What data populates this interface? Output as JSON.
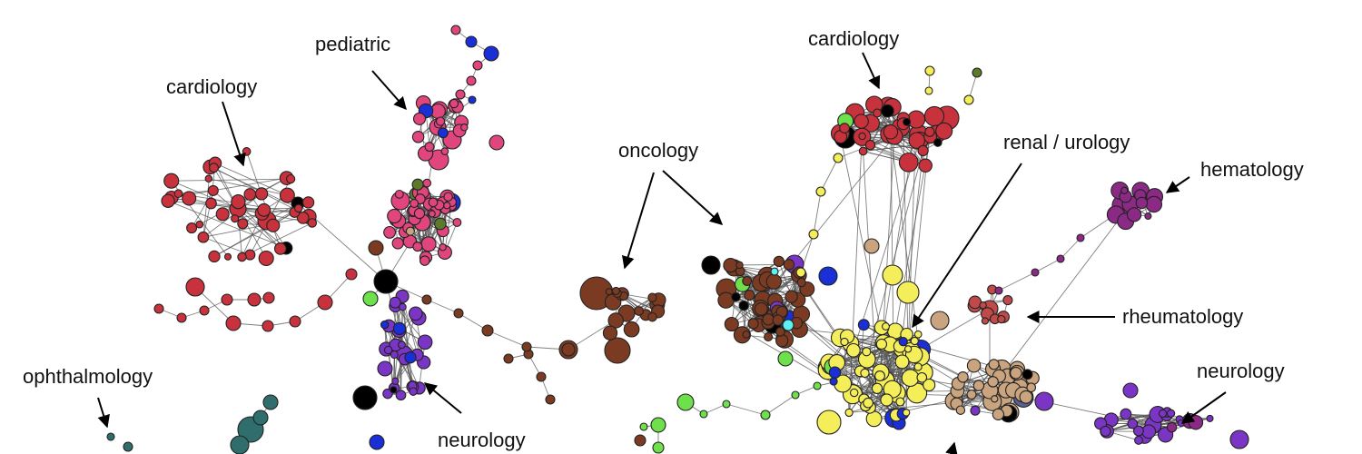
{
  "labels": {
    "pediatric": "pediatric",
    "cardiology_left": "cardiology",
    "cardiology_right": "cardiology",
    "oncology": "oncology",
    "renal_urology": "renal / urology",
    "hematology": "hematology",
    "rheumatology": "rheumatology",
    "neurology_left": "neurology",
    "neurology_right": "neurology",
    "ophthalmology": "ophthalmology"
  },
  "colors": {
    "cardiology": "#c8323c",
    "pediatric": "#e0457e",
    "neurology": "#7b35c4",
    "oncology": "#7a3b22",
    "renal": "#f4ee5a",
    "urology_tan": "#c9a47e",
    "hematology": "#8a2a84",
    "rheumatology": "#c0494a",
    "ophthalmology": "#2f6e6c",
    "blue": "#1a2fd6",
    "green": "#6ee04c",
    "olive": "#5d7a2a",
    "black": "#000000",
    "cyan": "#5ef0f0",
    "gray": "#8a8a8a",
    "slate": "#5a5f8f"
  }
}
